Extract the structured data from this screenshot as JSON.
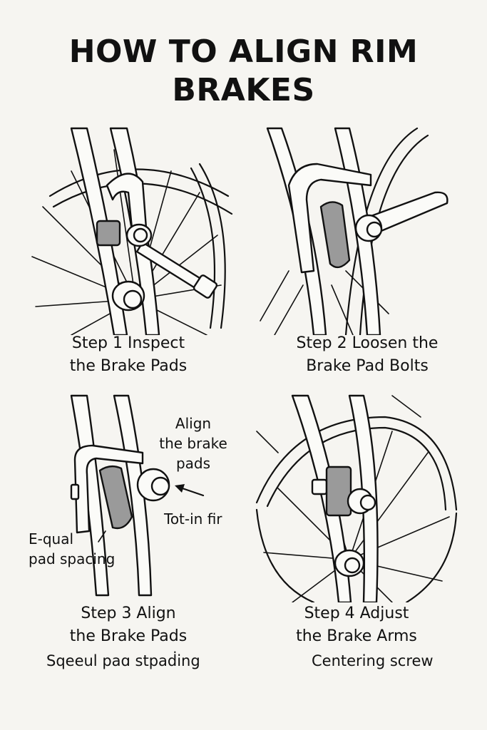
{
  "title": {
    "line1": "HOW TO ALIGN RIM",
    "line2": "BRAKES"
  },
  "steps": [
    {
      "caption_line1": "Step 1 Inspect",
      "caption_line2": "the Brake Pads",
      "icon": "brake-inspection-illustration"
    },
    {
      "caption_line1": "Step 2 Loosen the",
      "caption_line2": "Brake Pad Bolts",
      "icon": "brake-pad-bolt-illustration"
    },
    {
      "caption_line1": "Step 3 Align",
      "caption_line2": "the Brake Pads",
      "subcaption": "Sqeeul paɑ stpaḋing",
      "icon": "brake-pad-alignment-illustration"
    },
    {
      "caption_line1": "Step 4 Adjust",
      "caption_line2": "the Brake Arms",
      "subcaption": "Centering screw",
      "icon": "brake-arm-adjustment-illustration"
    }
  ],
  "annotations": {
    "align_line1": "Align",
    "align_line2": "the brake",
    "align_line3": "pads",
    "toe_in": "Tot-in fir",
    "equal_line1": "E-qual",
    "equal_line2": "pad spacing"
  },
  "colors": {
    "background": "#f6f5f1",
    "ink": "#111111",
    "pad": "#9a9a9a"
  }
}
